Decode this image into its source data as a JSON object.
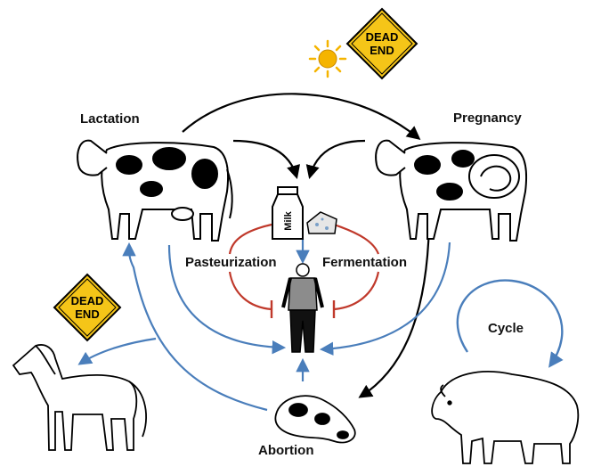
{
  "labels": {
    "lactation": "Lactation",
    "pregnancy": "Pregnancy",
    "pasteurization": "Pasteurization",
    "fermentation": "Fermentation",
    "cycle": "Cycle",
    "abortion": "Abortion",
    "milk": "Milk"
  },
  "signs": {
    "top": {
      "line1": "DEAD",
      "line2": "END"
    },
    "left": {
      "line1": "DEAD",
      "line2": "END"
    }
  },
  "colors": {
    "transmission_arrow": "#4a7ebb",
    "inhibition": "#c0392b",
    "cycle_arrow": "#000000",
    "sign_fill": "#f5c518",
    "sun": "#f5b400"
  },
  "icons": [
    "cow-lactation-icon",
    "cow-pregnancy-icon",
    "milk-bottle-icon",
    "cheese-icon",
    "human-icon",
    "horse-icon",
    "bison-icon",
    "aborted-calf-icon",
    "sun-icon",
    "dead-end-sign-icon"
  ]
}
